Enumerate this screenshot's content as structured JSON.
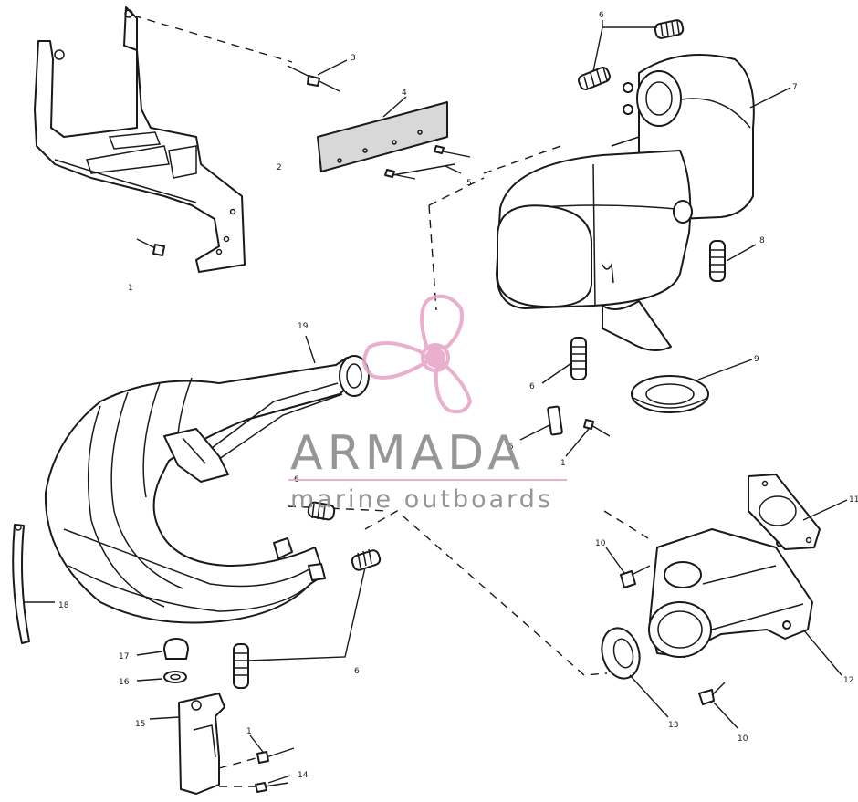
{
  "callouts": {
    "c1_top": "1",
    "c2": "2",
    "c3": "3",
    "c4": "4",
    "c5_top": "5",
    "c6_top": "6",
    "c7": "7",
    "c8": "8",
    "c6_mid": "6",
    "c9": "9",
    "c5_mid": "5",
    "c1_mid": "1",
    "c19": "19",
    "c6_left": "6",
    "c18": "18",
    "c10_top": "10",
    "c11": "11",
    "c12": "12",
    "c13": "13",
    "c10_bottom": "10",
    "c17": "17",
    "c16": "16",
    "c15": "15",
    "c1_bottom": "1",
    "c14": "14",
    "c6_bottom": "6"
  },
  "watermark": {
    "brand": "ARMADA",
    "tagline": "marine outboards",
    "accent_color": "#e7a7c8",
    "text_color": "#8b8b8b"
  }
}
